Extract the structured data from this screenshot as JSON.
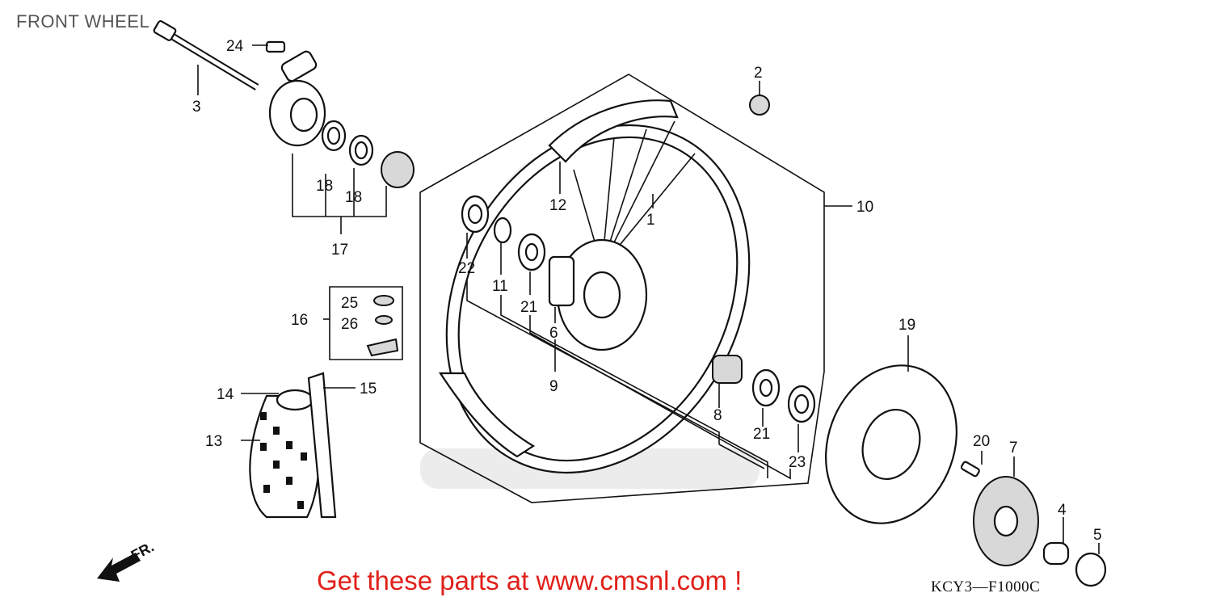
{
  "title": "FRONT WHEEL",
  "promo_text": "Get these parts at www.cmsnl.com !",
  "diagram_code": "KCY3—F1000C",
  "direction_label": "FR.",
  "callouts": [
    {
      "id": "1",
      "label": "1"
    },
    {
      "id": "2",
      "label": "2"
    },
    {
      "id": "3",
      "label": "3"
    },
    {
      "id": "4",
      "label": "4"
    },
    {
      "id": "5",
      "label": "5"
    },
    {
      "id": "6",
      "label": "6"
    },
    {
      "id": "7",
      "label": "7"
    },
    {
      "id": "8",
      "label": "8"
    },
    {
      "id": "9",
      "label": "9"
    },
    {
      "id": "10",
      "label": "10"
    },
    {
      "id": "11",
      "label": "11"
    },
    {
      "id": "12",
      "label": "12"
    },
    {
      "id": "13",
      "label": "13"
    },
    {
      "id": "14",
      "label": "14"
    },
    {
      "id": "15",
      "label": "15"
    },
    {
      "id": "16",
      "label": "16"
    },
    {
      "id": "17",
      "label": "17"
    },
    {
      "id": "18a",
      "label": "18"
    },
    {
      "id": "18b",
      "label": "18"
    },
    {
      "id": "19",
      "label": "19"
    },
    {
      "id": "20",
      "label": "20"
    },
    {
      "id": "21a",
      "label": "21"
    },
    {
      "id": "21b",
      "label": "21"
    },
    {
      "id": "22",
      "label": "22"
    },
    {
      "id": "23",
      "label": "23"
    },
    {
      "id": "24",
      "label": "24"
    },
    {
      "id": "25",
      "label": "25"
    },
    {
      "id": "26",
      "label": "26"
    }
  ]
}
